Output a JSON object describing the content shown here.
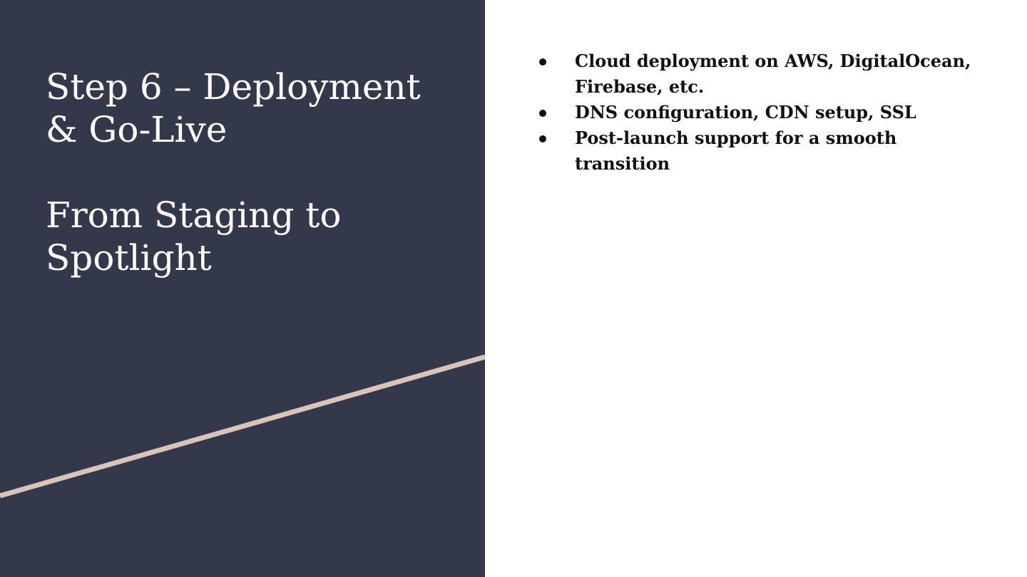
{
  "slide": {
    "title_lines": [
      "Step 6 – Deployment",
      "& Go-Live"
    ],
    "subtitle_lines": [
      "From Staging to",
      "Spotlight"
    ],
    "bullets": [
      "Cloud deployment on AWS, DigitalOcean, Firebase, etc.",
      "DNS configuration, CDN setup, SSL",
      "Post-launch support for a smooth transition"
    ]
  },
  "colors": {
    "panel_background": "#33394b",
    "accent_line": "#d9c5b8",
    "title_text": "#ffffff",
    "body_text": "#111111"
  }
}
